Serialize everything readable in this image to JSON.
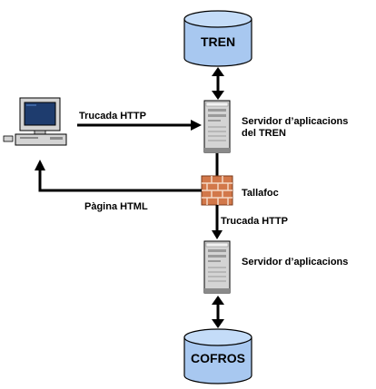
{
  "databases": {
    "top": {
      "label": "TREN"
    },
    "bottom": {
      "label": "COFROS"
    }
  },
  "servers": {
    "top": {
      "line1": "Servidor d’aplicacions",
      "line2": "del TREN"
    },
    "bottom": {
      "line1": "Servidor d’aplicacions"
    }
  },
  "firewall": {
    "label": "Tallafoc"
  },
  "arrows": {
    "client_request": "Trucada HTTP",
    "html_response": "Pàgina HTML",
    "server_request": "Trucada HTTP"
  },
  "colors": {
    "database_fill": "#a8c8f0",
    "server_fill": "#d4d4d4",
    "firewall_fill": "#d2784a",
    "monitor_screen": "#1e3c6e"
  },
  "icons": {
    "client": "desktop-computer-icon",
    "server": "server-tower-icon",
    "firewall": "brick-wall-icon",
    "database": "database-cylinder-icon"
  }
}
